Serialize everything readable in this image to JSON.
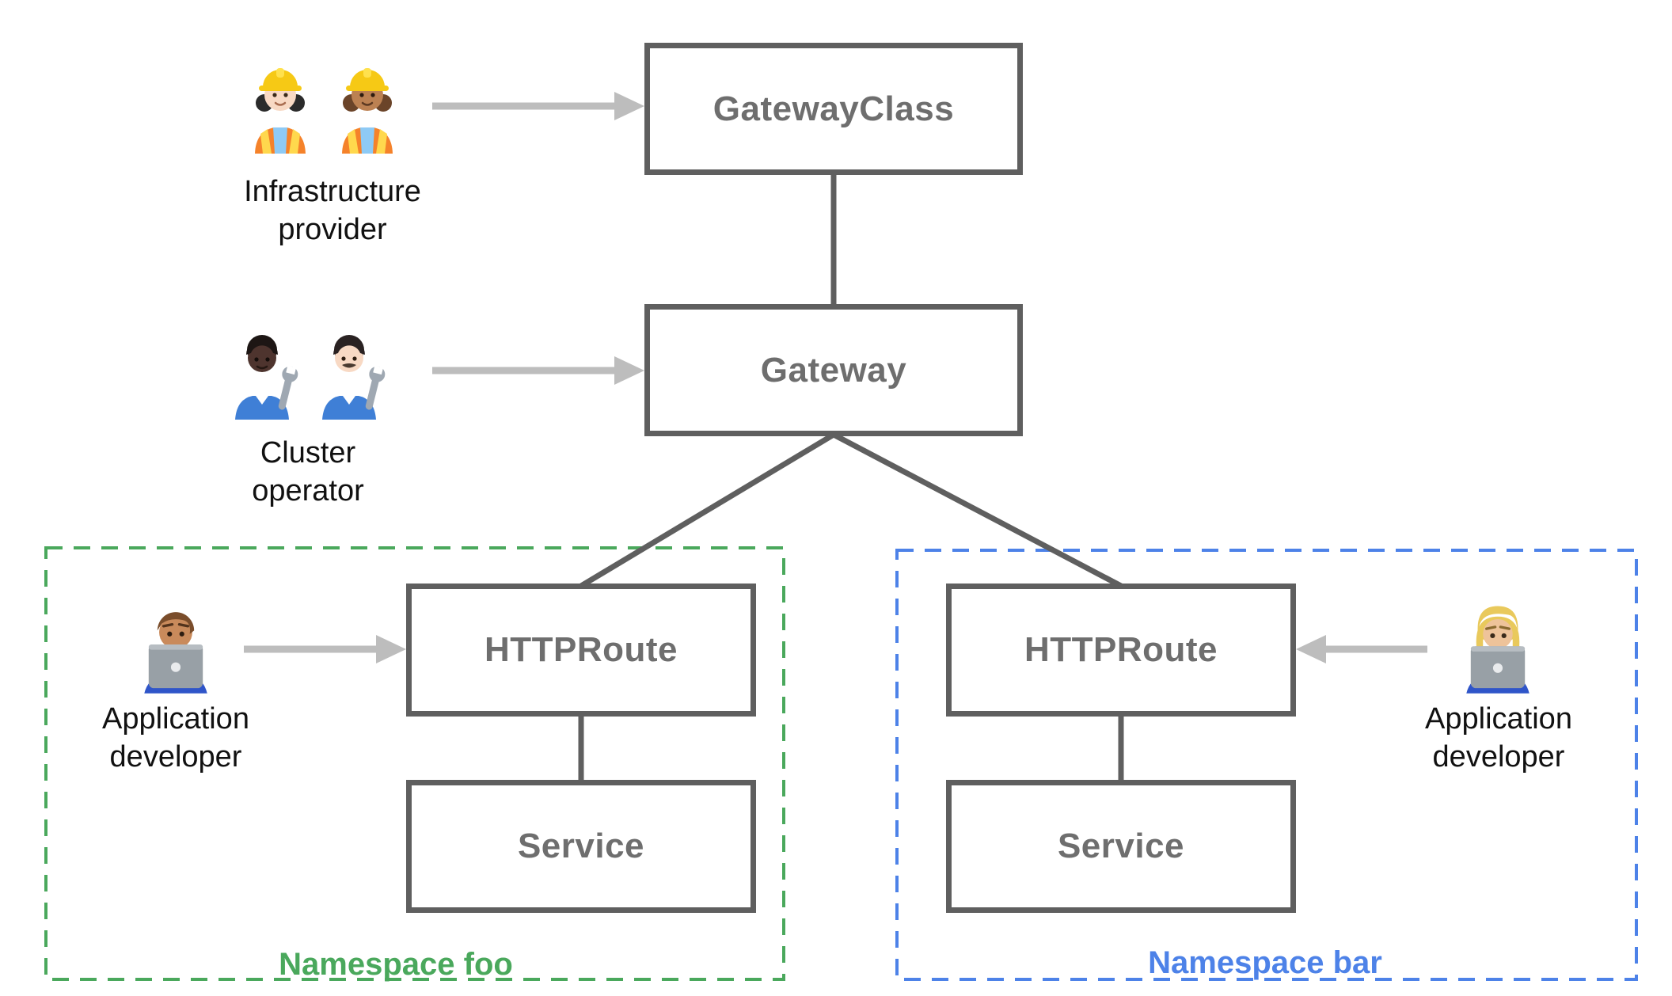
{
  "title": "Gateway API resource model diagram",
  "nodes": {
    "gateway_class": "GatewayClass",
    "gateway": "Gateway",
    "httproute_foo": "HTTPRoute",
    "service_foo": "Service",
    "httproute_bar": "HTTPRoute",
    "service_bar": "Service"
  },
  "namespaces": {
    "foo": "Namespace foo",
    "bar": "Namespace bar"
  },
  "personas": {
    "infrastructure_provider": {
      "label": "Infrastructure provider",
      "emoji": "👷🏻‍♀️👷🏽‍♀️"
    },
    "cluster_operator": {
      "label": "Cluster operator",
      "emoji": "🧑🏿‍🔧👨🏻‍🔧"
    },
    "app_developer_foo": {
      "label": "Application developer",
      "emoji": "👨🏽‍💻"
    },
    "app_developer_bar": {
      "label": "Application developer",
      "emoji": "👩🏼‍💻"
    }
  },
  "colors": {
    "line": "#5f5f5f",
    "node_text": "#6e6e6e",
    "arrow": "#bdbdbd",
    "namespace_foo": "#4aa85c",
    "namespace_bar": "#4d82e8",
    "label_text": "#111111",
    "background": "#ffffff"
  }
}
